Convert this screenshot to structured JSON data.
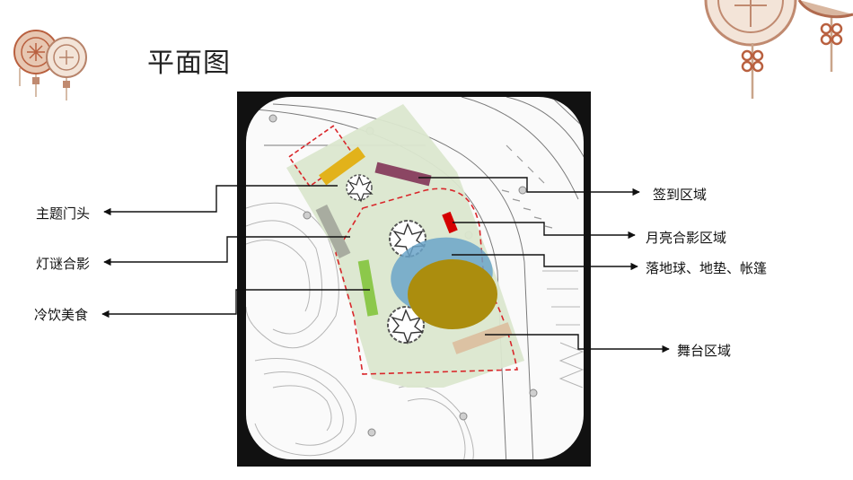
{
  "slide": {
    "title": "平面图"
  },
  "labels": {
    "main_gate": "主题门头",
    "lantern_riddle": "灯谜合影",
    "cold_drinks": "冷饮美食",
    "sign_in": "签到区域",
    "moon_photo": "月亮合影区域",
    "globe_mat_tent": "落地球、地垫、帐篷",
    "stage": "舞台区域"
  },
  "colors": {
    "gate_bar": "#e2b21a",
    "lantern_bar": "#a8aca0",
    "drinks_bar": "#8cc84b",
    "signin_bar": "#8b4663",
    "moon_marker": "#d40000",
    "globe": "#6ba5c9",
    "tent": "#ab8d0e",
    "stage_bar": "#dcc2a3",
    "zone_fill": "#dbe7cf",
    "boundary": "#d9262a"
  },
  "icons": {
    "corner_ornament": "chinese-knot-icon",
    "sunburst": "sunburst-icon"
  }
}
